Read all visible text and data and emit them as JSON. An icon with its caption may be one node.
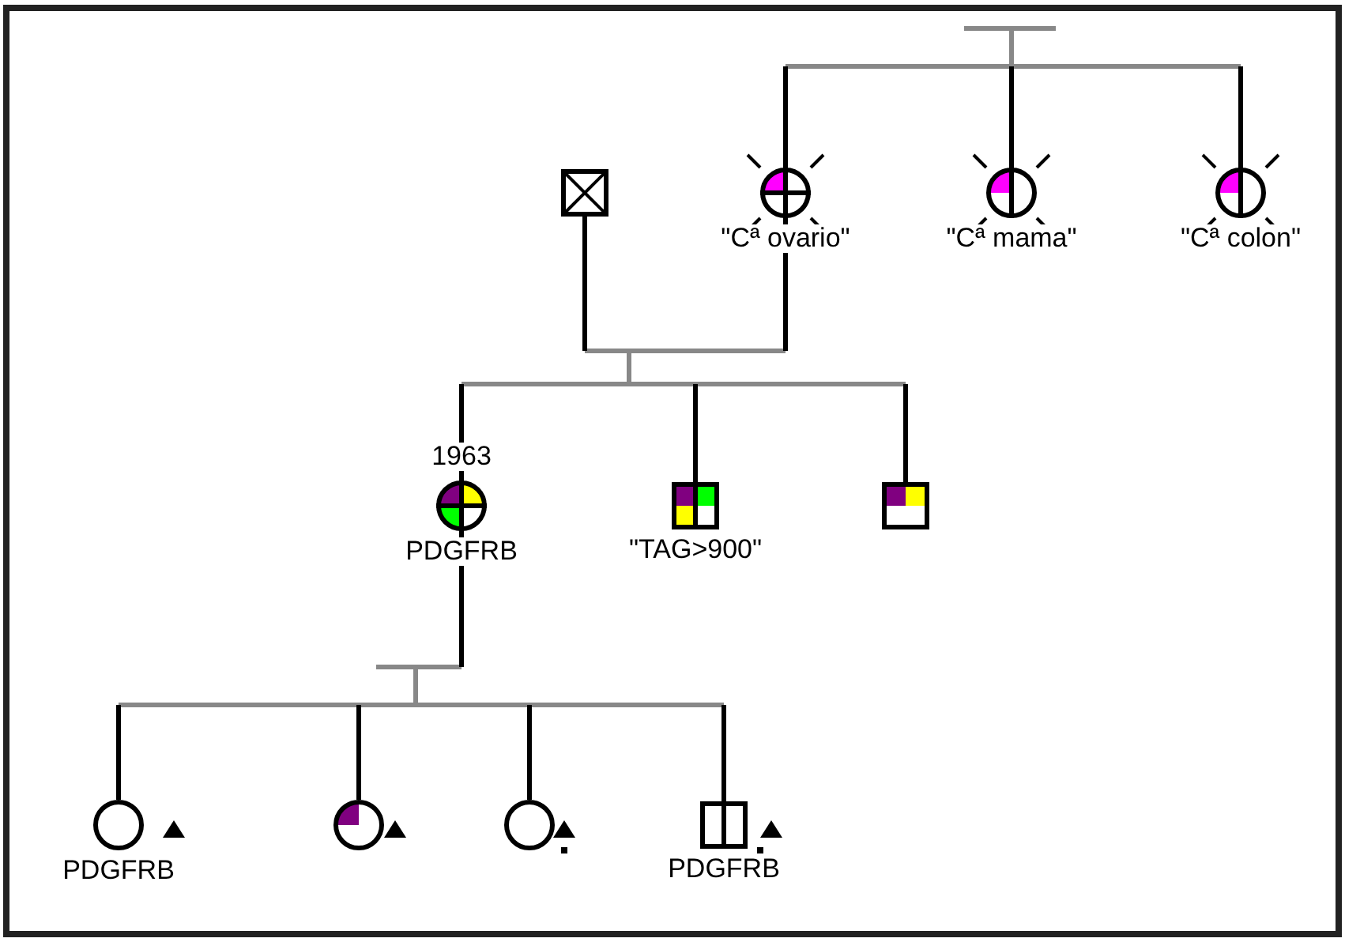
{
  "diagram": {
    "nodes": [
      {
        "text": [],
        "shape": "box"
      },
      {
        "text": [],
        "shape": "circle",
        "beside": [
          "\"Cª ovario\""
        ]
      },
      {
        "text": [],
        "shape": "circle",
        "beside": [
          "\"Cª mama\""
        ]
      },
      {
        "text": [],
        "shape": "circle",
        "beside": [
          "\"Cª colon\""
        ]
      },
      {
        "text": [],
        "shape": "circle",
        "beside": [
          "1963",
          "PDGFRB"
        ]
      },
      {
        "text": [],
        "shape": "box",
        "beside": [
          "\"TAG>900\""
        ]
      },
      {
        "text": [],
        "shape": "box"
      },
      {
        "text": [],
        "shape": "circle",
        "beside": [
          "PDGFRB"
        ]
      },
      {
        "text": [],
        "shape": "circle"
      },
      {
        "text": [],
        "shape": "circle"
      },
      {
        "text": [],
        "shape": "box",
        "beside": [
          "PDGFRB"
        ]
      }
    ],
    "edges": [
      {
        "from": null,
        "to": 1,
        "arrow": "none"
      },
      {
        "from": null,
        "to": 2,
        "arrow": "none"
      },
      {
        "from": null,
        "to": 3,
        "arrow": "none"
      },
      {
        "from": 0,
        "to": 4,
        "arrow": "none"
      },
      {
        "from": 0,
        "to": 5,
        "arrow": "none"
      },
      {
        "from": 0,
        "to": 6,
        "arrow": "none"
      },
      {
        "from": 1,
        "to": 4,
        "arrow": "none"
      },
      {
        "from": 1,
        "to": 5,
        "arrow": "none"
      },
      {
        "from": 1,
        "to": 6,
        "arrow": "none"
      },
      {
        "from": 4,
        "to": 7,
        "arrow": "none"
      },
      {
        "from": 4,
        "to": 8,
        "arrow": "none"
      },
      {
        "from": 4,
        "to": 9,
        "arrow": "none"
      },
      {
        "from": 4,
        "to": 10,
        "arrow": "none"
      }
    ]
  }
}
